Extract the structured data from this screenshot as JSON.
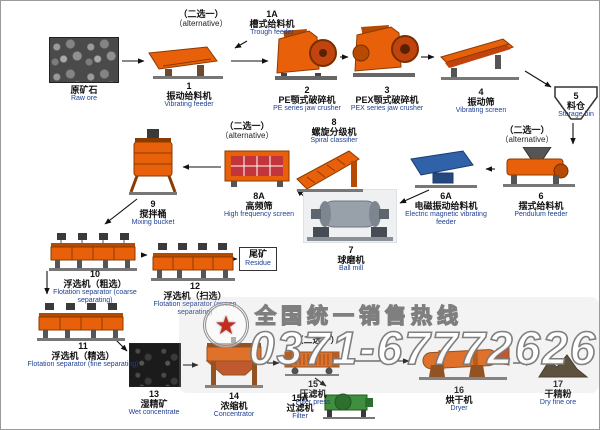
{
  "diagram": {
    "alt": {
      "zh": "（二选一）",
      "en": "（alternative）"
    },
    "nodes": {
      "raw_ore": {
        "num": "",
        "zh": "原矿石",
        "en": "Raw ore"
      },
      "vibrating_feeder": {
        "num": "1",
        "zh": "振动给料机",
        "en": "Vibrating feeder"
      },
      "trough_feeder": {
        "num": "1A",
        "zh": "槽式给料机",
        "en": "Trough feeder"
      },
      "pe_jaw_crusher": {
        "num": "2",
        "zh": "PE颚式破碎机",
        "en": "PE series jaw crusher"
      },
      "pex_jaw_crusher": {
        "num": "3",
        "zh": "PEX颚式破碎机",
        "en": "PEX series jaw crusher"
      },
      "vibrating_screen": {
        "num": "4",
        "zh": "振动筛",
        "en": "Vibrating screen"
      },
      "storage_bin": {
        "num": "5",
        "zh": "料仓",
        "en": "Storage bin"
      },
      "pendulum_feeder": {
        "num": "6",
        "zh": "摆式给料机",
        "en": "Pendulum feeder"
      },
      "em_vibrating_feeder": {
        "num": "6A",
        "zh": "电磁振动给料机",
        "en": "Electric magnetic vibrating feeder"
      },
      "ball_mill": {
        "num": "7",
        "zh": "球磨机",
        "en": "Ball mill"
      },
      "spiral_classifier": {
        "num": "8",
        "zh": "螺旋分级机",
        "en": "Spiral classifier"
      },
      "high_freq_screen": {
        "num": "8A",
        "zh": "高频筛",
        "en": "High frequency screen"
      },
      "mixing_bucket": {
        "num": "9",
        "zh": "搅拌桶",
        "en": "Mixing bucket"
      },
      "flotation_coarse": {
        "num": "10",
        "zh": "浮选机（粗选）",
        "en": "Flotation separator (coarse separating)"
      },
      "flotation_fine": {
        "num": "11",
        "zh": "浮选机（精选）",
        "en": "Flotation separator (fine separating)"
      },
      "flotation_sweep": {
        "num": "12",
        "zh": "浮选机（扫选）",
        "en": "Flotation separator (sweep separating)"
      },
      "residue": {
        "num": "",
        "zh": "尾矿",
        "en": "Residue"
      },
      "wet_concentrate": {
        "num": "13",
        "zh": "湿精矿",
        "en": "Wet concentrate"
      },
      "concentrator": {
        "num": "14",
        "zh": "浓缩机",
        "en": "Concentrator"
      },
      "filter_press": {
        "num": "15",
        "zh": "压滤机",
        "en": "Filter press"
      },
      "filter": {
        "num": "15A",
        "zh": "过滤机",
        "en": "Filter"
      },
      "dryer": {
        "num": "16",
        "zh": "烘干机",
        "en": "Dryer"
      },
      "dry_fine_ore": {
        "num": "17",
        "zh": "干精粉",
        "en": "Dry fine ore"
      }
    },
    "watermark": {
      "logo_glyph": "★",
      "line1": "全国统一销售热线",
      "phone": "0371-67772626"
    },
    "colors": {
      "machine_orange": "#e8610a",
      "machine_dark": "#8a3b00",
      "english_blue": "#1d3f93"
    }
  }
}
